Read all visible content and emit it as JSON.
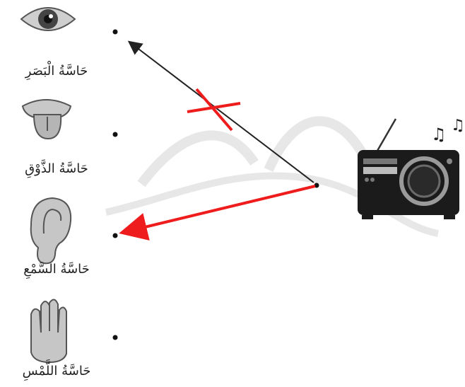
{
  "senses": [
    {
      "label": "حَاسَّةُ الْبَصَرِ",
      "icon": "eye-icon"
    },
    {
      "label": "حَاسَّةُ الذَّوْقِ",
      "icon": "tongue-icon"
    },
    {
      "label": "حَاسَّةُ السَّمْعِ",
      "icon": "ear-icon"
    },
    {
      "label": "حَاسَّةُ اللَّمْسِ",
      "icon": "hand-icon"
    }
  ],
  "object": {
    "icon": "radio-icon",
    "notes": "music-notes-icon"
  },
  "wrong_link": {
    "from": "radio",
    "to": "حَاسَّةُ الْبَصَرِ",
    "status": "crossed-out"
  },
  "correct_link": {
    "from": "radio",
    "to": "حَاسَّةُ السَّمْعِ",
    "color": "#ee1c1c"
  },
  "colors": {
    "accent": "#ee1c1c",
    "line": "#222222"
  }
}
